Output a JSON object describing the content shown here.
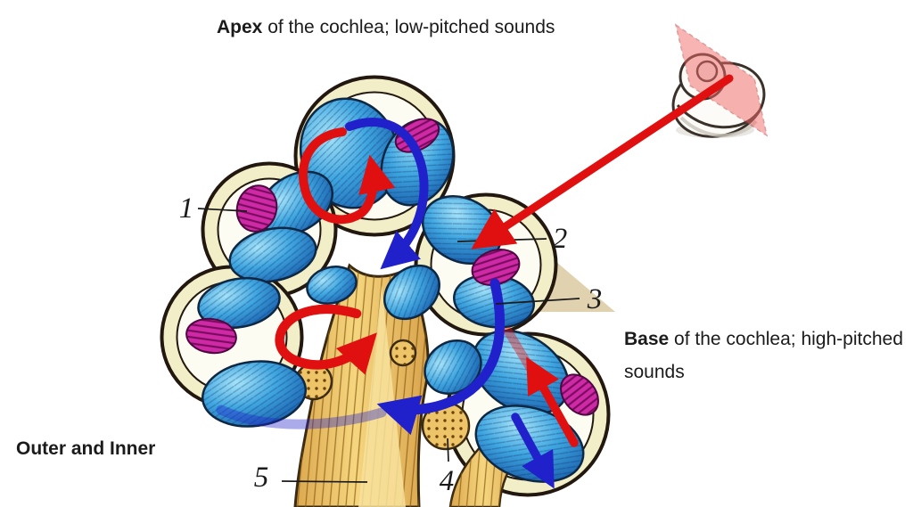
{
  "captions": {
    "apex": {
      "bold": "Apex",
      "rest": " of the cochlea; low-pitched sounds"
    },
    "base": {
      "bold": "Base",
      "rest_line1": " of the cochlea; high-pitched",
      "line2": "sounds"
    },
    "outer_inner": {
      "text": "Outer and Inner"
    }
  },
  "part_labels": {
    "n1": "1",
    "n2": "2",
    "n3": "3",
    "n4": "4",
    "n5": "5"
  },
  "icons": {
    "cochlea_icon": "cochlea-with-section-plane-icon",
    "red_arrows": "sound-inward-red-arrow",
    "blue_arrows": "sound-return-blue-arrow"
  },
  "colors": {
    "arrow_red": "#e01010",
    "arrow_blue": "#2121cc",
    "shell_cream": "#f1eec8",
    "chamber_blue": "#3fa6e0",
    "organ_magenta": "#cf2aa6",
    "bone_tan": "#edc468",
    "section_plane_pink": "#f26a6a",
    "text": "#1b1b1b"
  }
}
